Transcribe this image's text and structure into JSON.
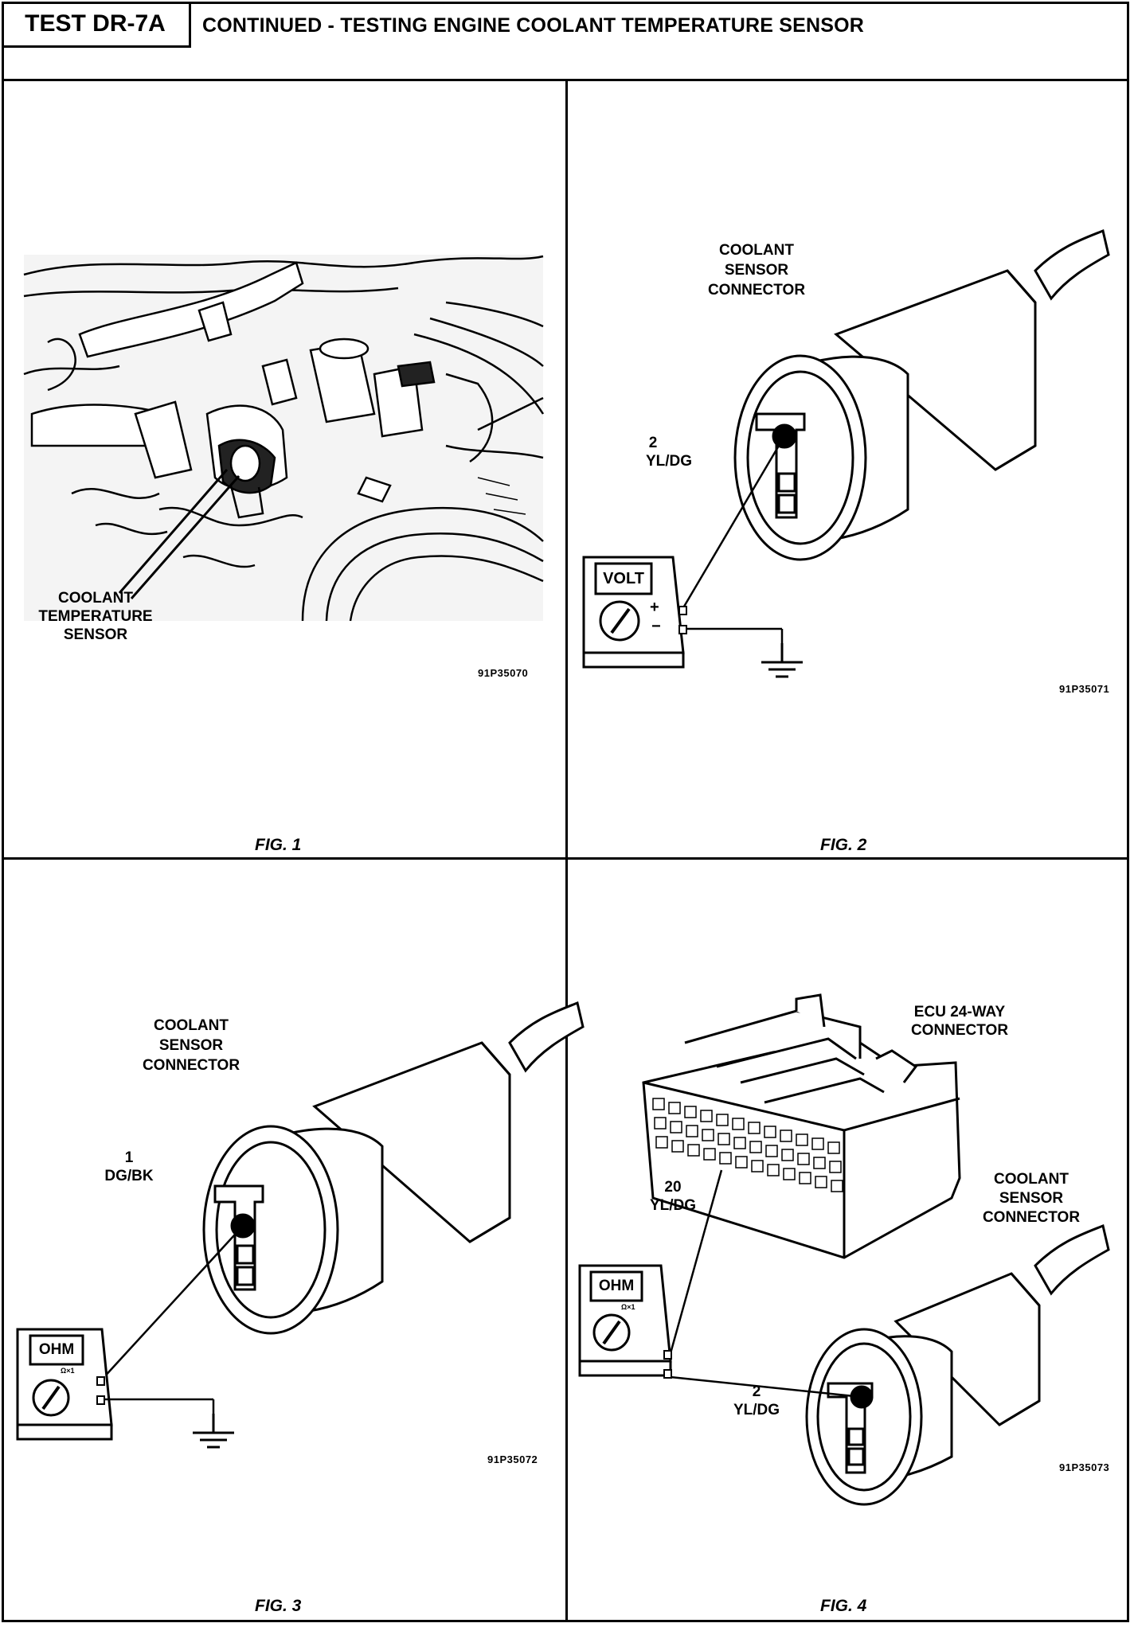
{
  "header": {
    "test_id": "TEST DR-7A",
    "title": "CONTINUED - TESTING ENGINE COOLANT TEMPERATURE SENSOR"
  },
  "figures": [
    {
      "label": "FIG. 1",
      "code": "91P35070",
      "callouts": [
        "COOLANT",
        "TEMPERATURE",
        "SENSOR"
      ]
    },
    {
      "label": "FIG. 2",
      "code": "91P35071",
      "connector_label": [
        "COOLANT",
        "SENSOR",
        "CONNECTOR"
      ],
      "pin_number": "2",
      "wire_color": "YL/DG",
      "meter_display": "VOLT",
      "plus_sign": "+",
      "minus_sign": "−"
    },
    {
      "label": "FIG. 3",
      "code": "91P35072",
      "connector_label": [
        "COOLANT",
        "SENSOR",
        "CONNECTOR"
      ],
      "pin_number": "1",
      "wire_color": "DG/BK",
      "meter_display": "OHM",
      "meter_range": "Ω×1"
    },
    {
      "label": "FIG. 4",
      "code": "91P35073",
      "ecu_label": [
        "ECU 24-WAY",
        "CONNECTOR"
      ],
      "connector_label": [
        "COOLANT",
        "SENSOR",
        "CONNECTOR"
      ],
      "ecu_pin_number": "20",
      "ecu_wire_color": "YL/DG",
      "pin_number": "2",
      "wire_color": "YL/DG",
      "meter_display": "OHM",
      "meter_range": "Ω×1"
    }
  ]
}
